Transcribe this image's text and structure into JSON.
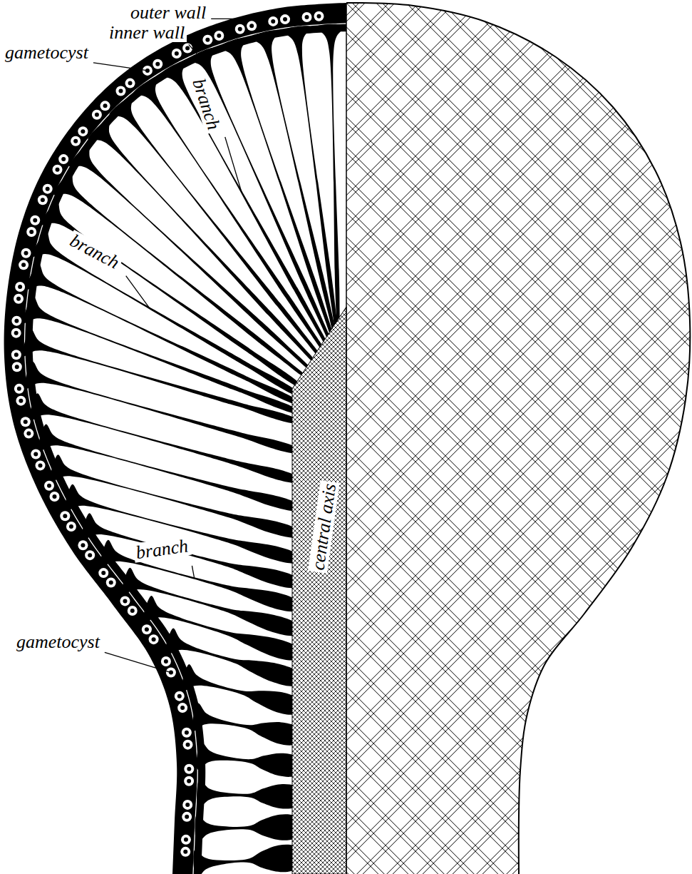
{
  "diagram": {
    "labels": [
      "outer wall",
      "inner wall",
      "gametocyst",
      "branch",
      "branch",
      "central axis",
      "branch",
      "gametocyst"
    ]
  }
}
